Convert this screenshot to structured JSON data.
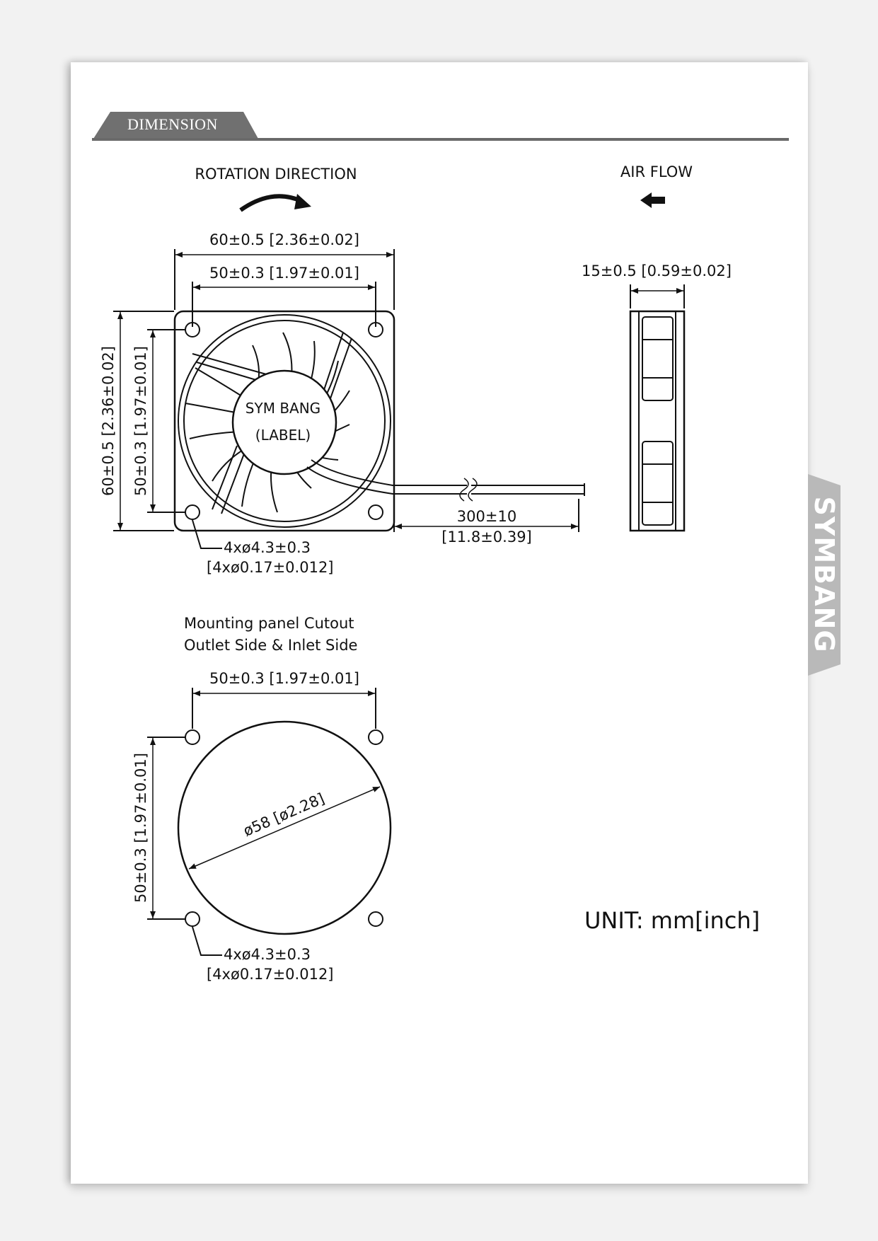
{
  "header": {
    "section_title": "DIMENSION"
  },
  "brand": {
    "name": "SYMBANG",
    "accent_color": "#d4272b"
  },
  "front_view": {
    "rotation_label": "ROTATION DIRECTION",
    "width_outer": "60±0.5 [2.36±0.02]",
    "width_holes": "50±0.3 [1.97±0.01]",
    "height_outer": "60±0.5 [2.36±0.02]",
    "height_holes": "50±0.3 [1.97±0.01]",
    "label_line1": "SYM BANG",
    "label_line2": "(LABEL)",
    "holes_mm": "4xø4.3±0.3",
    "holes_in": "[4xø0.17±0.012]",
    "lead_mm": "300±10",
    "lead_in": "[11.8±0.39]"
  },
  "side_view": {
    "airflow_label": "AIR FLOW",
    "thickness": "15±0.5 [0.59±0.02]"
  },
  "cutout": {
    "title_line1": "Mounting panel Cutout",
    "title_line2": "Outlet Side & Inlet Side",
    "width_holes": "50±0.3 [1.97±0.01]",
    "height_holes": "50±0.3 [1.97±0.01]",
    "diameter": "ø58 [ø2.28]",
    "holes_mm": "4xø4.3±0.3",
    "holes_in": "[4xø0.17±0.012]"
  },
  "unit_label": "UNIT: mm[inch]"
}
